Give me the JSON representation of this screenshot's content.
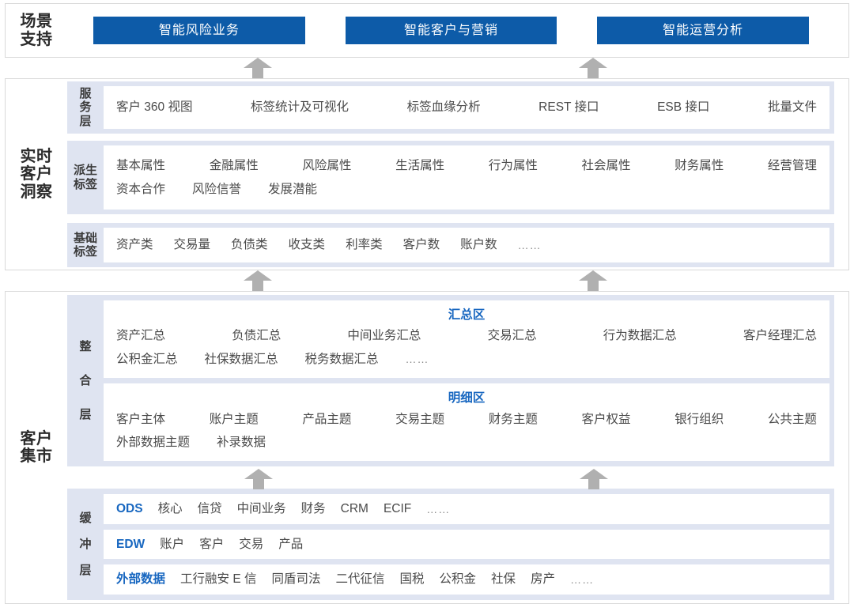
{
  "scene": {
    "title": "场景\n支持",
    "title_lines": [
      "场景",
      "支持"
    ],
    "buttons": [
      {
        "label": "智能风险业务"
      },
      {
        "label": "智能客户与营销"
      },
      {
        "label": "智能运营分析"
      }
    ],
    "accent_color": "#0d5ba8"
  },
  "insight": {
    "title_lines": [
      "实时",
      "客户",
      "洞察"
    ],
    "rows": [
      {
        "label_lines": [
          "服",
          "务",
          "层"
        ],
        "items": [
          "客户 360 视图",
          "标签统计及可视化",
          "标签血缘分析",
          "REST 接口",
          "ESB 接口",
          "批量文件"
        ]
      },
      {
        "label_lines": [
          "派生",
          "标签"
        ],
        "items_line1": [
          "基本属性",
          "金融属性",
          "风险属性",
          "生活属性",
          "行为属性",
          "社会属性",
          "财务属性",
          "经营管理"
        ],
        "items_line2": [
          "资本合作",
          "风险信誉",
          "发展潜能"
        ]
      },
      {
        "label_lines": [
          "基础",
          "标签"
        ],
        "items": [
          "资产类",
          "交易量",
          "负债类",
          "收支类",
          "利率类",
          "客户数",
          "账户数",
          "……"
        ]
      }
    ]
  },
  "mart": {
    "title_lines": [
      "客户",
      "集市"
    ],
    "integration": {
      "label_lines": [
        "整",
        "合",
        "层"
      ],
      "summary_zone": {
        "zone_title": "汇总区",
        "items_line1": [
          "资产汇总",
          "负债汇总",
          "中间业务汇总",
          "交易汇总",
          "行为数据汇总",
          "客户经理汇总"
        ],
        "items_line2": [
          "公积金汇总",
          "社保数据汇总",
          "税务数据汇总",
          "……"
        ]
      },
      "detail_zone": {
        "zone_title": "明细区",
        "items_line1": [
          "客户主体",
          "账户主题",
          "产品主题",
          "交易主题",
          "财务主题",
          "客户权益",
          "银行组织",
          "公共主题"
        ],
        "items_line2": [
          "外部数据主题",
          "补录数据"
        ]
      }
    },
    "buffer": {
      "label_lines": [
        "缓",
        "冲",
        "层"
      ],
      "rows": [
        {
          "accent": "ODS",
          "items": [
            "核心",
            "信贷",
            "中间业务",
            "财务",
            "CRM",
            "ECIF",
            "……"
          ]
        },
        {
          "accent": "EDW",
          "items": [
            "账户",
            "客户",
            "交易",
            "产品"
          ]
        },
        {
          "accent": "外部数据",
          "items": [
            "工行融安 E 信",
            "同盾司法",
            "二代征信",
            "国税",
            "公积金",
            "社保",
            "房产",
            "……"
          ]
        }
      ]
    }
  },
  "colors": {
    "panel_blue": "#0d5ba8",
    "accent_blue": "#1867c0",
    "lavender": "#dfe4f1",
    "arrow_gray": "#b0b0b0",
    "border_gray": "#d9d9d9"
  }
}
